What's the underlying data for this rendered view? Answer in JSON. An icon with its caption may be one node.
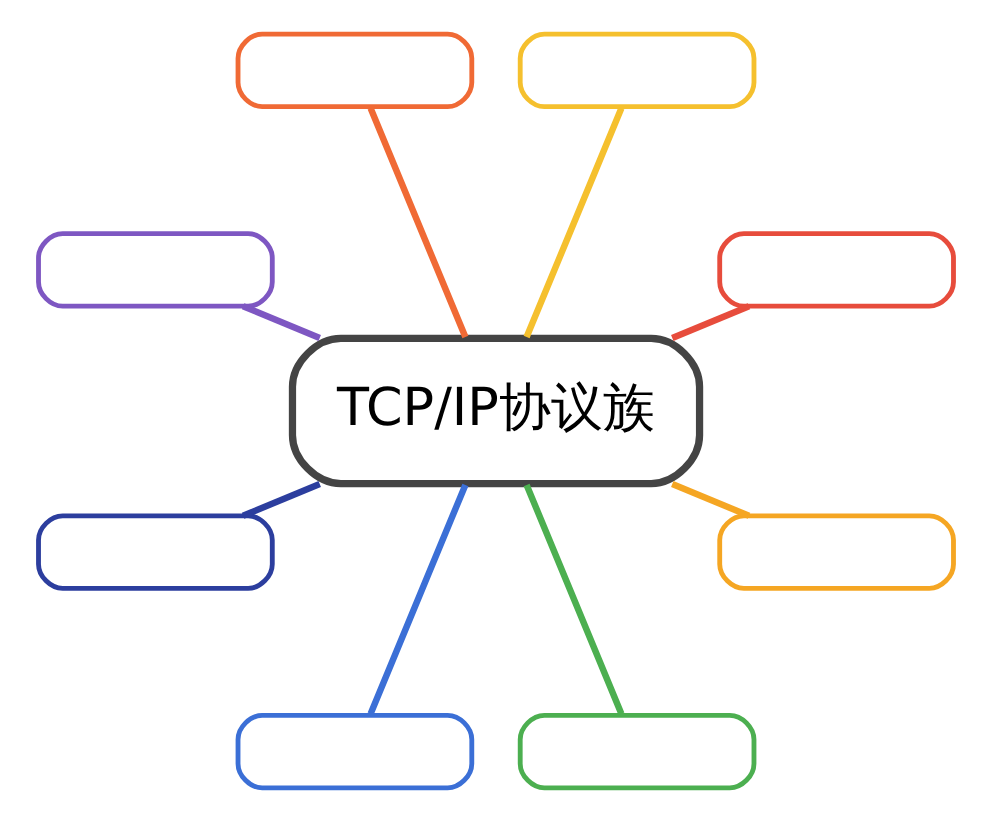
{
  "diagram": {
    "nodes": [
      {
        "text": [
          "TCP/IP协议族"
        ]
      },
      {
        "text": [],
        "shape": "box"
      },
      {
        "text": [],
        "shape": "box"
      },
      {
        "text": [],
        "shape": "box"
      },
      {
        "text": [],
        "shape": "box"
      },
      {
        "text": [],
        "shape": "box"
      },
      {
        "text": [],
        "shape": "box"
      },
      {
        "text": [],
        "shape": "box"
      },
      {
        "text": [],
        "shape": "box"
      }
    ],
    "edges": [
      {
        "from": 0,
        "to": 1,
        "arrow": "none",
        "color": "#e74c3c"
      },
      {
        "from": 0,
        "to": 2,
        "arrow": "none",
        "color": "#f5a623"
      },
      {
        "from": 0,
        "to": 3,
        "arrow": "none",
        "color": "#4caf50"
      },
      {
        "from": 0,
        "to": 8,
        "arrow": "none",
        "color": "#3b6fd6"
      },
      {
        "from": 0,
        "to": 7,
        "arrow": "none",
        "color": "#2c3e9e"
      },
      {
        "from": 0,
        "to": 6,
        "arrow": "none",
        "color": "#7e57c2"
      },
      {
        "from": 0,
        "to": 5,
        "arrow": "none",
        "color": "#f06a35"
      },
      {
        "from": 0,
        "to": 4,
        "arrow": "none",
        "color": "#f5c02e"
      }
    ]
  }
}
